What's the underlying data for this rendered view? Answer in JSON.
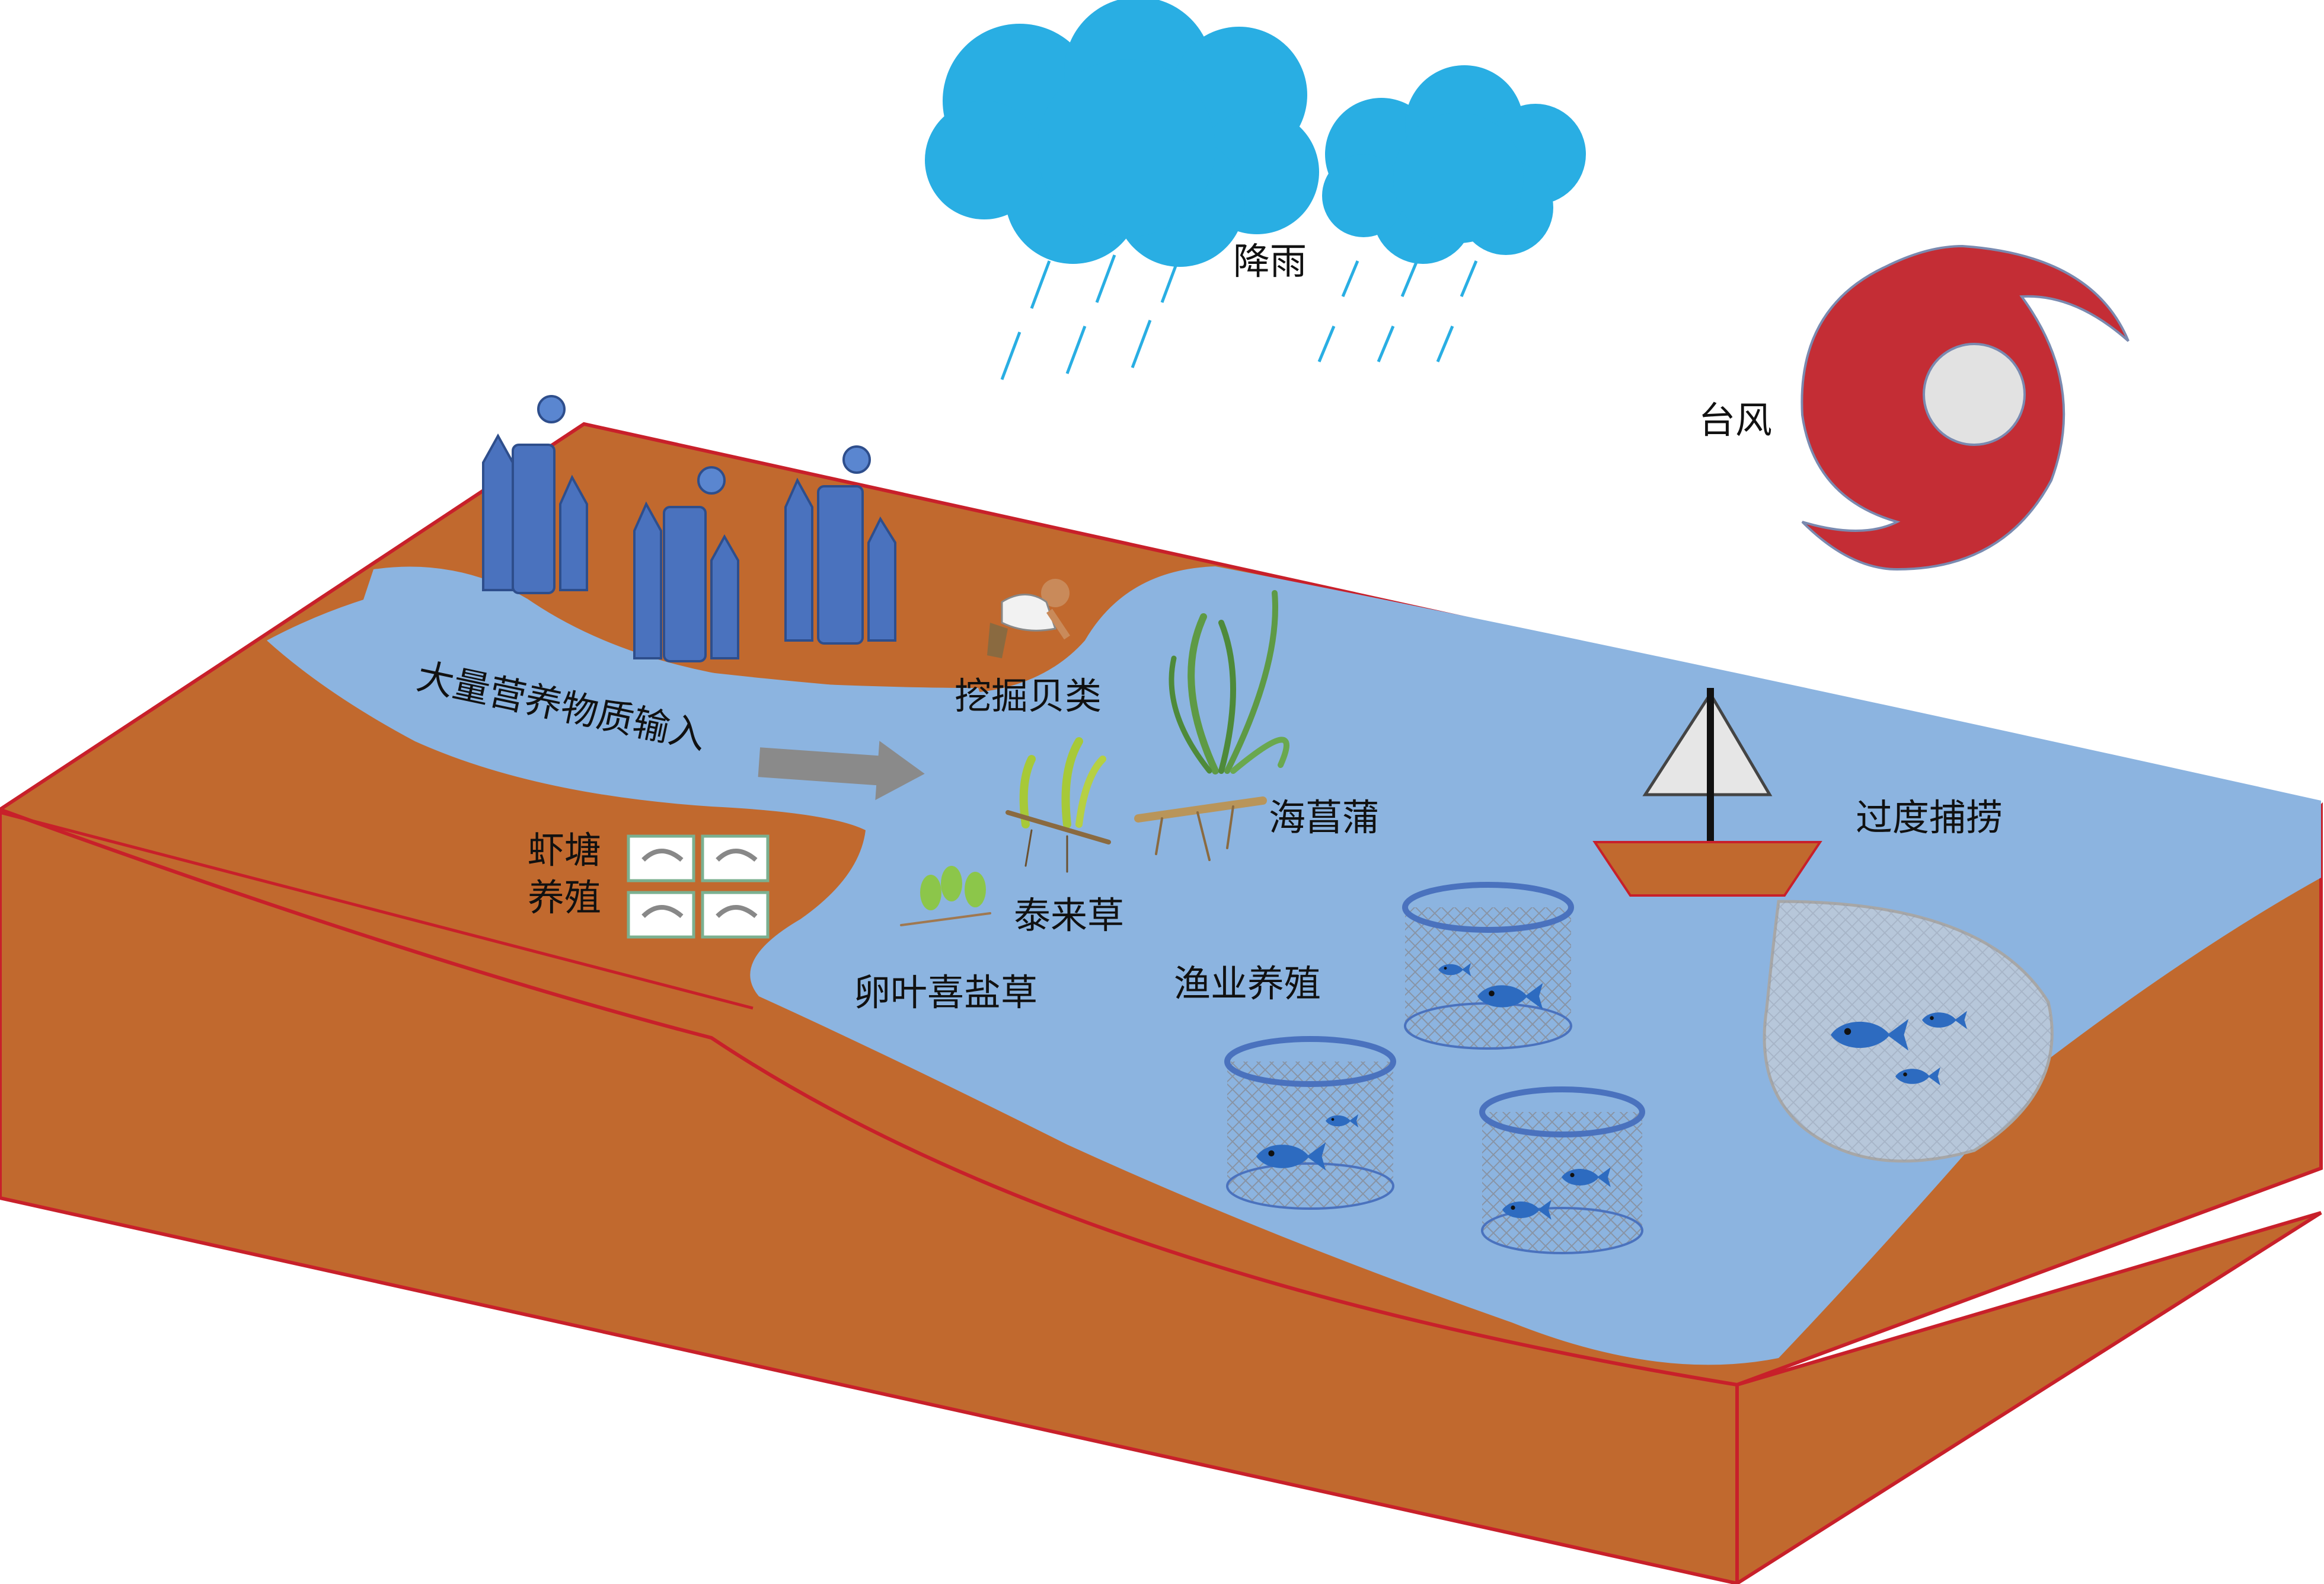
{
  "labels": {
    "rain": "降雨",
    "typhoon": "台风",
    "nutrient_input": "大量营养物质输入",
    "shrimp_pond_line1": "虾塘",
    "shrimp_pond_line2": "养殖",
    "digging_shellfish": "挖掘贝类",
    "zostera": "海菖蒲",
    "thalassia": "泰来草",
    "halophila": "卵叶喜盐草",
    "aquaculture": "渔业养殖",
    "overfishing": "过度捕捞"
  },
  "colors": {
    "land": "#C1692E",
    "land_edge": "#C8202A",
    "water": "#8CB4E0",
    "cloud": "#29AEE3",
    "factory": "#4A72BE",
    "typhoon": "#C42D35",
    "typhoon_eye": "#E2E2E2",
    "fish": "#2D6BC0",
    "net": "#9AA7B6",
    "sail": "#E6E6E6",
    "boat": "#C1692E",
    "seagrass": "#5E9A45",
    "arrow": "#8A8A8A"
  },
  "icons": [
    "cloud-icon",
    "rain-icon",
    "typhoon-icon",
    "factory-icon",
    "shrimp-icon",
    "person-digging-icon",
    "seagrass-icon",
    "fish-cage-icon",
    "fish-icon",
    "sailboat-icon",
    "fishing-net-icon",
    "arrow-icon"
  ]
}
